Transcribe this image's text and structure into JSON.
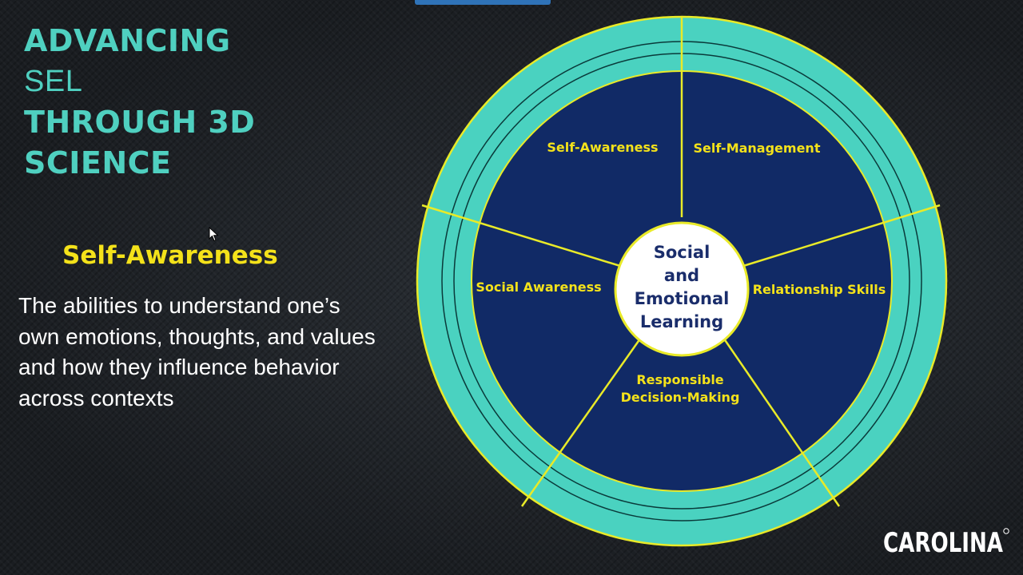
{
  "title": {
    "line1": "ADVANCING",
    "line2": "SEL",
    "line3": "THROUGH 3D",
    "line4": "SCIENCE"
  },
  "sidebar": {
    "heading": "Self-Awareness",
    "description": "The abilities to understand one’s own emotions, thoughts, and values and how they influence behavior across contexts"
  },
  "wheel": {
    "center_lines": [
      "Social",
      "and",
      "Emotional",
      "Learning"
    ],
    "segments": {
      "self_awareness": "Self-Awareness",
      "self_management": "Self-Management",
      "social_awareness": "Social Awareness",
      "relationship_skills": "Relationship Skills",
      "responsible_line1": "Responsible",
      "responsible_line2": "Decision-Making"
    }
  },
  "logo": {
    "text": "CAROLINA"
  },
  "colors": {
    "teal": "#4fd0c0",
    "yellow": "#f4e21a",
    "navy": "#112a66",
    "white": "#ffffff"
  }
}
